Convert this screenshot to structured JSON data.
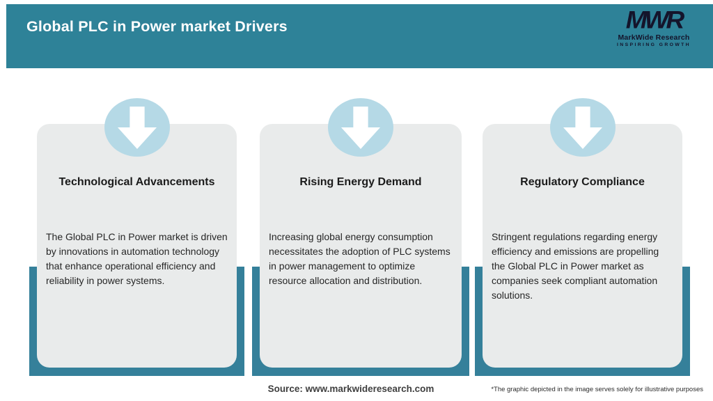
{
  "header": {
    "title": "Global PLC in Power market Drivers"
  },
  "logo": {
    "mark": "MWR",
    "name": "MarkWide Research",
    "tagline": "INSPIRING GROWTH"
  },
  "cards": [
    {
      "title": "Technological Advancements",
      "description": "The Global PLC in Power market is driven by innovations in automation technology that enhance operational efficiency and reliability in power systems."
    },
    {
      "title": "Rising Energy Demand",
      "description": "Increasing global energy consumption necessitates the adoption of PLC systems in power management to optimize resource allocation and distribution."
    },
    {
      "title": "Regulatory Compliance",
      "description": "Stringent regulations regarding energy efficiency and emissions are propelling the Global PLC in Power market as companies seek compliant automation solutions."
    }
  ],
  "footer": {
    "source": "Source: www.markwideresearch.com",
    "disclaimer": "*The graphic depicted in the image serves solely for illustrative purposes"
  },
  "colors": {
    "header_teal": "#2E8298",
    "backing_teal": "#35809A",
    "card_grey": "#E9EBEB",
    "badge_blue": "#B5D9E6",
    "title_white": "#FFFFFF",
    "text_dark": "#262626",
    "logo_navy": "#14142B"
  }
}
